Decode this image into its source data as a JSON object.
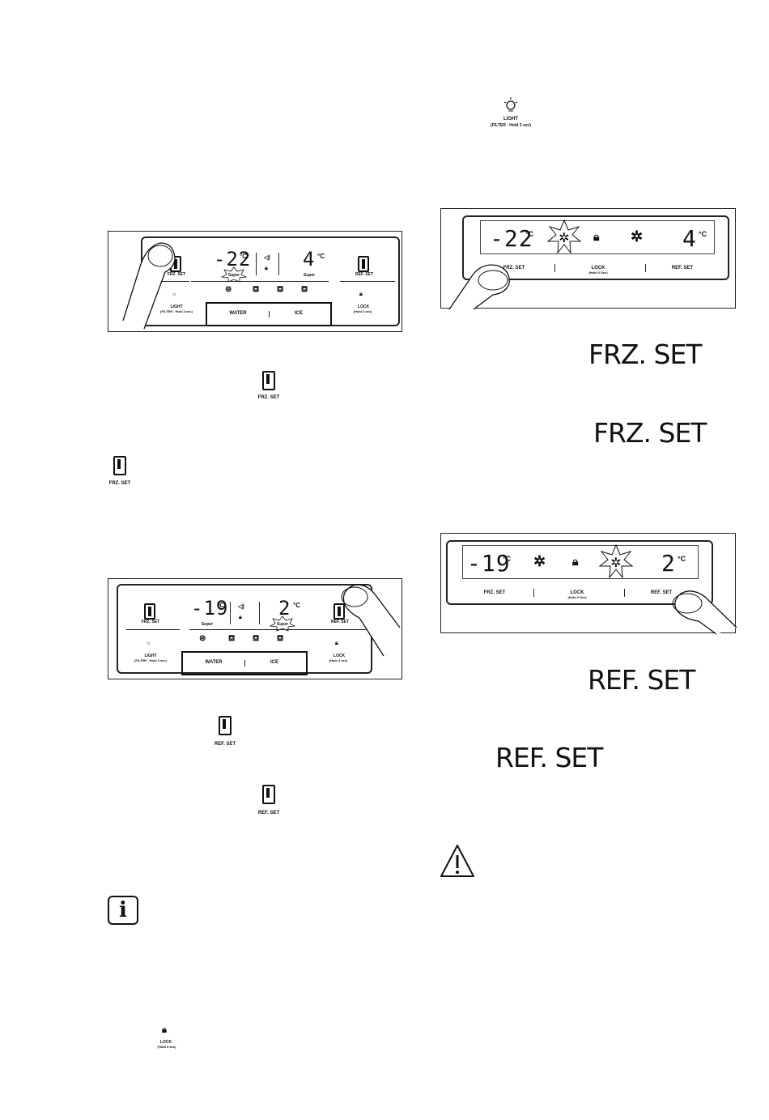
{
  "icons": {
    "light_top": {
      "label": "LIGHT",
      "sub": "(FILTER : Hold 3 sec)"
    },
    "frz_btn_1": {
      "label": "FRZ. SET"
    },
    "frz_btn_2": {
      "label": "FRZ. SET"
    },
    "ref_btn_1": {
      "label": "REF. SET"
    },
    "ref_btn_2": {
      "label": "REF. SET"
    },
    "lock_btn": {
      "label": "LOCK",
      "sub": "(Hold 3 sec)"
    }
  },
  "panel1": {
    "frz_label": "FRZ. SET",
    "ref_label": "REF. SET",
    "frz_temp": "-22",
    "ref_temp": "4",
    "unit": "°C",
    "frz_super": "Super",
    "ref_super": "Super",
    "light_label": "LIGHT",
    "light_sub": "(FILTER : Hold 3 sec)",
    "water": "WATER",
    "ice": "ICE",
    "lock_label": "LOCK",
    "lock_sub": "(Hold 3 sec)"
  },
  "panel2": {
    "frz_label": "FRZ. SET",
    "ref_label": "REF. SET",
    "frz_temp": "-19",
    "ref_temp": "2",
    "unit": "°C",
    "frz_super": "Super",
    "ref_super": "Super",
    "light_label": "LIGHT",
    "light_sub": "(FILTER : Hold 3 sec)",
    "water": "WATER",
    "ice": "ICE",
    "lock_label": "LOCK",
    "lock_sub": "(Hold 3 sec)"
  },
  "panel3": {
    "frz_temp": "-22",
    "ref_temp": "4",
    "unit": "°C",
    "frz_label": "FRZ. SET",
    "lock_label": "LOCK",
    "lock_sub": "(Hold 3 Sec)",
    "ref_label": "REF. SET"
  },
  "panel4": {
    "frz_temp": "-19",
    "ref_temp": "2",
    "unit": "°C",
    "frz_label": "FRZ. SET",
    "lock_label": "LOCK",
    "lock_sub": "(Hold 3 Sec)",
    "ref_label": "REF. SET"
  },
  "headings": {
    "frz_1": "FRZ. SET",
    "frz_2": "FRZ. SET",
    "ref_1": "REF. SET",
    "ref_2": "REF. SET"
  }
}
